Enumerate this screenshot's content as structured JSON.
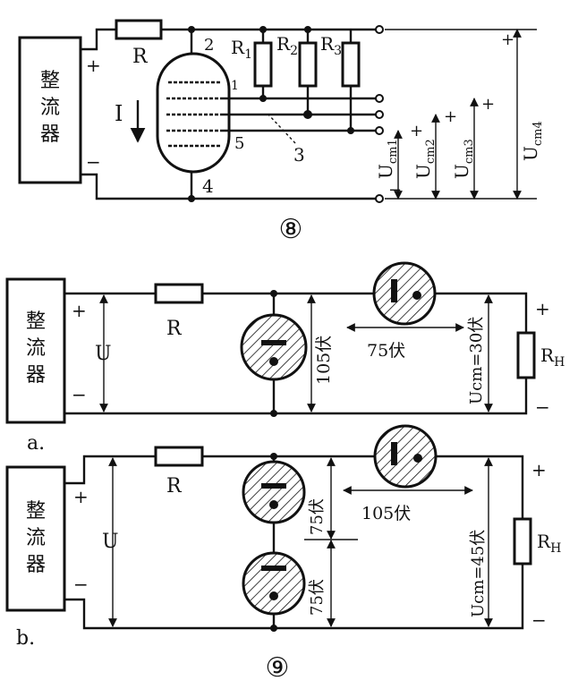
{
  "fig8": {
    "rectifier": "整流器",
    "plus": "+",
    "minus": "−",
    "resistor": "R",
    "r1": "R",
    "r1_sub": "1",
    "r2": "R",
    "r2_sub": "2",
    "r3": "R",
    "r3_sub": "3",
    "current": "I",
    "electrode_1": "1",
    "electrode_2": "2",
    "electrode_3": "3",
    "electrode_4": "4",
    "electrode_5": "5",
    "u1": "U",
    "u1_sub": "cm1",
    "u2": "U",
    "u2_sub": "cm2",
    "u3": "U",
    "u3_sub": "cm3",
    "u4": "U",
    "u4_sub": "cm4",
    "caption": "⑧"
  },
  "fig9a": {
    "rectifier": "整流器",
    "plus": "+",
    "minus": "−",
    "resistor": "R",
    "voltage": "U",
    "tube_voltage": "105伏",
    "drop_voltage": "75伏",
    "out_voltage": "Ucm=30伏",
    "load": "R",
    "load_sub": "H",
    "label": "a."
  },
  "fig9b": {
    "rectifier": "整流器",
    "plus": "+",
    "minus": "−",
    "resistor": "R",
    "voltage": "U",
    "tube_voltage_top": "75伏",
    "tube_voltage_bottom": "75伏",
    "drop_voltage": "105伏",
    "out_voltage": "Ucm=45伏",
    "load": "R",
    "load_sub": "H",
    "label": "b."
  },
  "caption": "⑨"
}
